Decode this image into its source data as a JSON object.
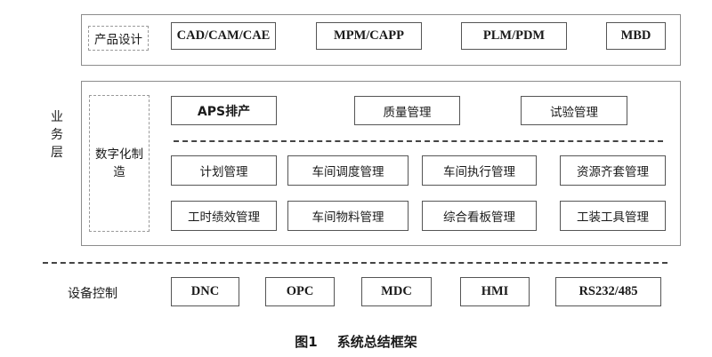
{
  "side_label": [
    "业",
    "务",
    "层"
  ],
  "product_design": {
    "label": "产品设计",
    "items": [
      "CAD/CAM/CAE",
      "MPM/CAPP",
      "PLM/PDM",
      "MBD"
    ]
  },
  "digital_manufacturing": {
    "label": "数字化制造",
    "top_row": [
      "APS排产",
      "质量管理",
      "试验管理"
    ],
    "row2": [
      "计划管理",
      "车间调度管理",
      "车间执行管理",
      "资源齐套管理"
    ],
    "row3": [
      "工时绩效管理",
      "车间物料管理",
      "综合看板管理",
      "工装工具管理"
    ]
  },
  "device_control": {
    "label": "设备控制",
    "items": [
      "DNC",
      "OPC",
      "MDC",
      "HMI",
      "RS232/485"
    ]
  },
  "caption": {
    "figure": "图1",
    "title": "系统总结框架"
  }
}
